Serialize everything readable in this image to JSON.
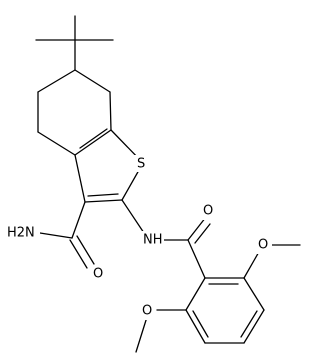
{
  "molecule": {
    "atom_labels": {
      "sulfur": "S",
      "amide_nh2": "H2N",
      "carbonyl_o_left": "O",
      "amide_nh": "NH",
      "carbonyl_o_right": "O",
      "methoxy_o_upper": "O",
      "methoxy_o_lower": "O"
    }
  }
}
